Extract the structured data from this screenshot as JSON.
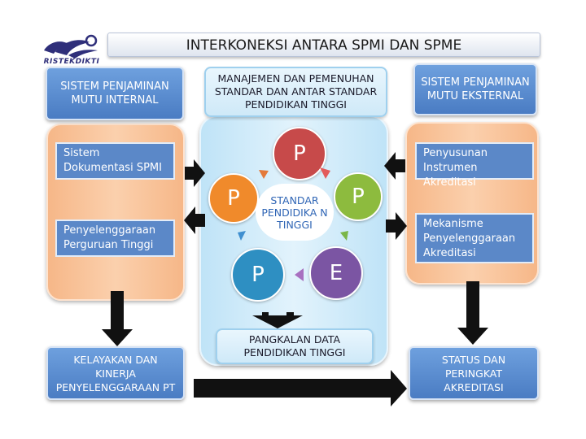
{
  "logo": {
    "text": "RISTEKDIKTI"
  },
  "title": "INTERKONEKSI ANTARA SPMI DAN SPME",
  "left": {
    "header": "SISTEM PENJAMINAN MUTU INTERNAL",
    "boxes": [
      "Sistem Dokumentasi SPMI",
      "Penyelenggaraan Perguruan Tinggi"
    ],
    "bottom": "KELAYAKAN DAN KINERJA PENYELENGGARAAN PT"
  },
  "center": {
    "header": "MANAJEMEN DAN PEMENUHAN STANDAR DAN ANTAR STANDAR PENDIDIKAN TINGGI",
    "cycle_center": "STANDAR PENDIDIKA N TINGGI",
    "cycle_letters": [
      "P",
      "P",
      "P",
      "E",
      "P"
    ],
    "bottom": "PANGKALAN DATA PENDIDIKAN TINGGI"
  },
  "right": {
    "header": "SISTEM PENJAMINAN MUTU EKSTERNAL",
    "boxes": [
      "Penyusunan Instrumen Akreditasi",
      "Mekanisme Penyelenggaraan Akreditasi"
    ],
    "bottom": "STATUS DAN PERINGKAT AKREDITASI"
  },
  "colors": {
    "cycle_top": "#c74a4a",
    "cycle_right": "#8dbb3e",
    "cycle_bottom_right": "#7b55a3",
    "cycle_bottom_left": "#2e8fc2",
    "cycle_left": "#f08a2b",
    "cycle_arrows": [
      "#e35b5b",
      "#a870c0",
      "#7ab648",
      "#3f8fd0",
      "#e3793a"
    ]
  }
}
